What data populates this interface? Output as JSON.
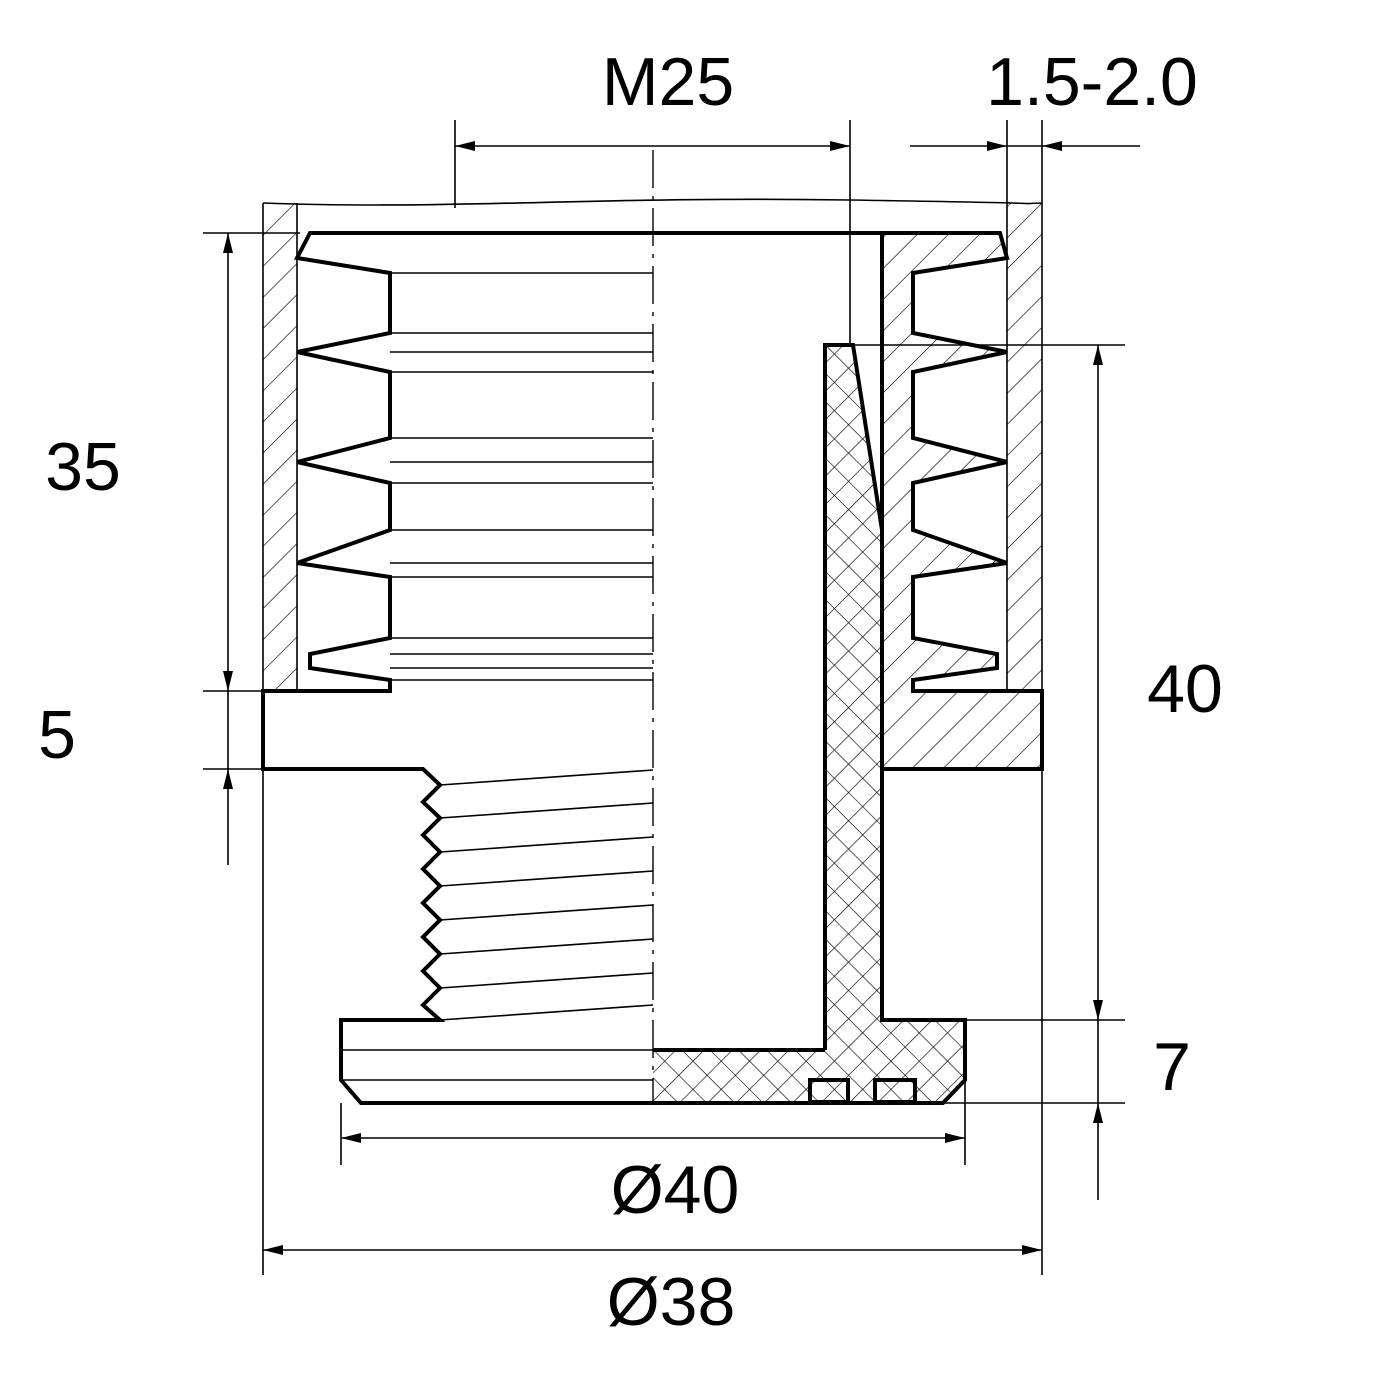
{
  "drawing": {
    "dimensions": {
      "thread": "M25",
      "wall_thickness": "1.5-2.0",
      "insert_depth": "35",
      "flange_height": "5",
      "total_height": "40",
      "base_height": "7",
      "base_diameter": "Ø40",
      "tube_diameter": "Ø38"
    },
    "colors": {
      "line": "#000000",
      "background": "#ffffff"
    }
  }
}
